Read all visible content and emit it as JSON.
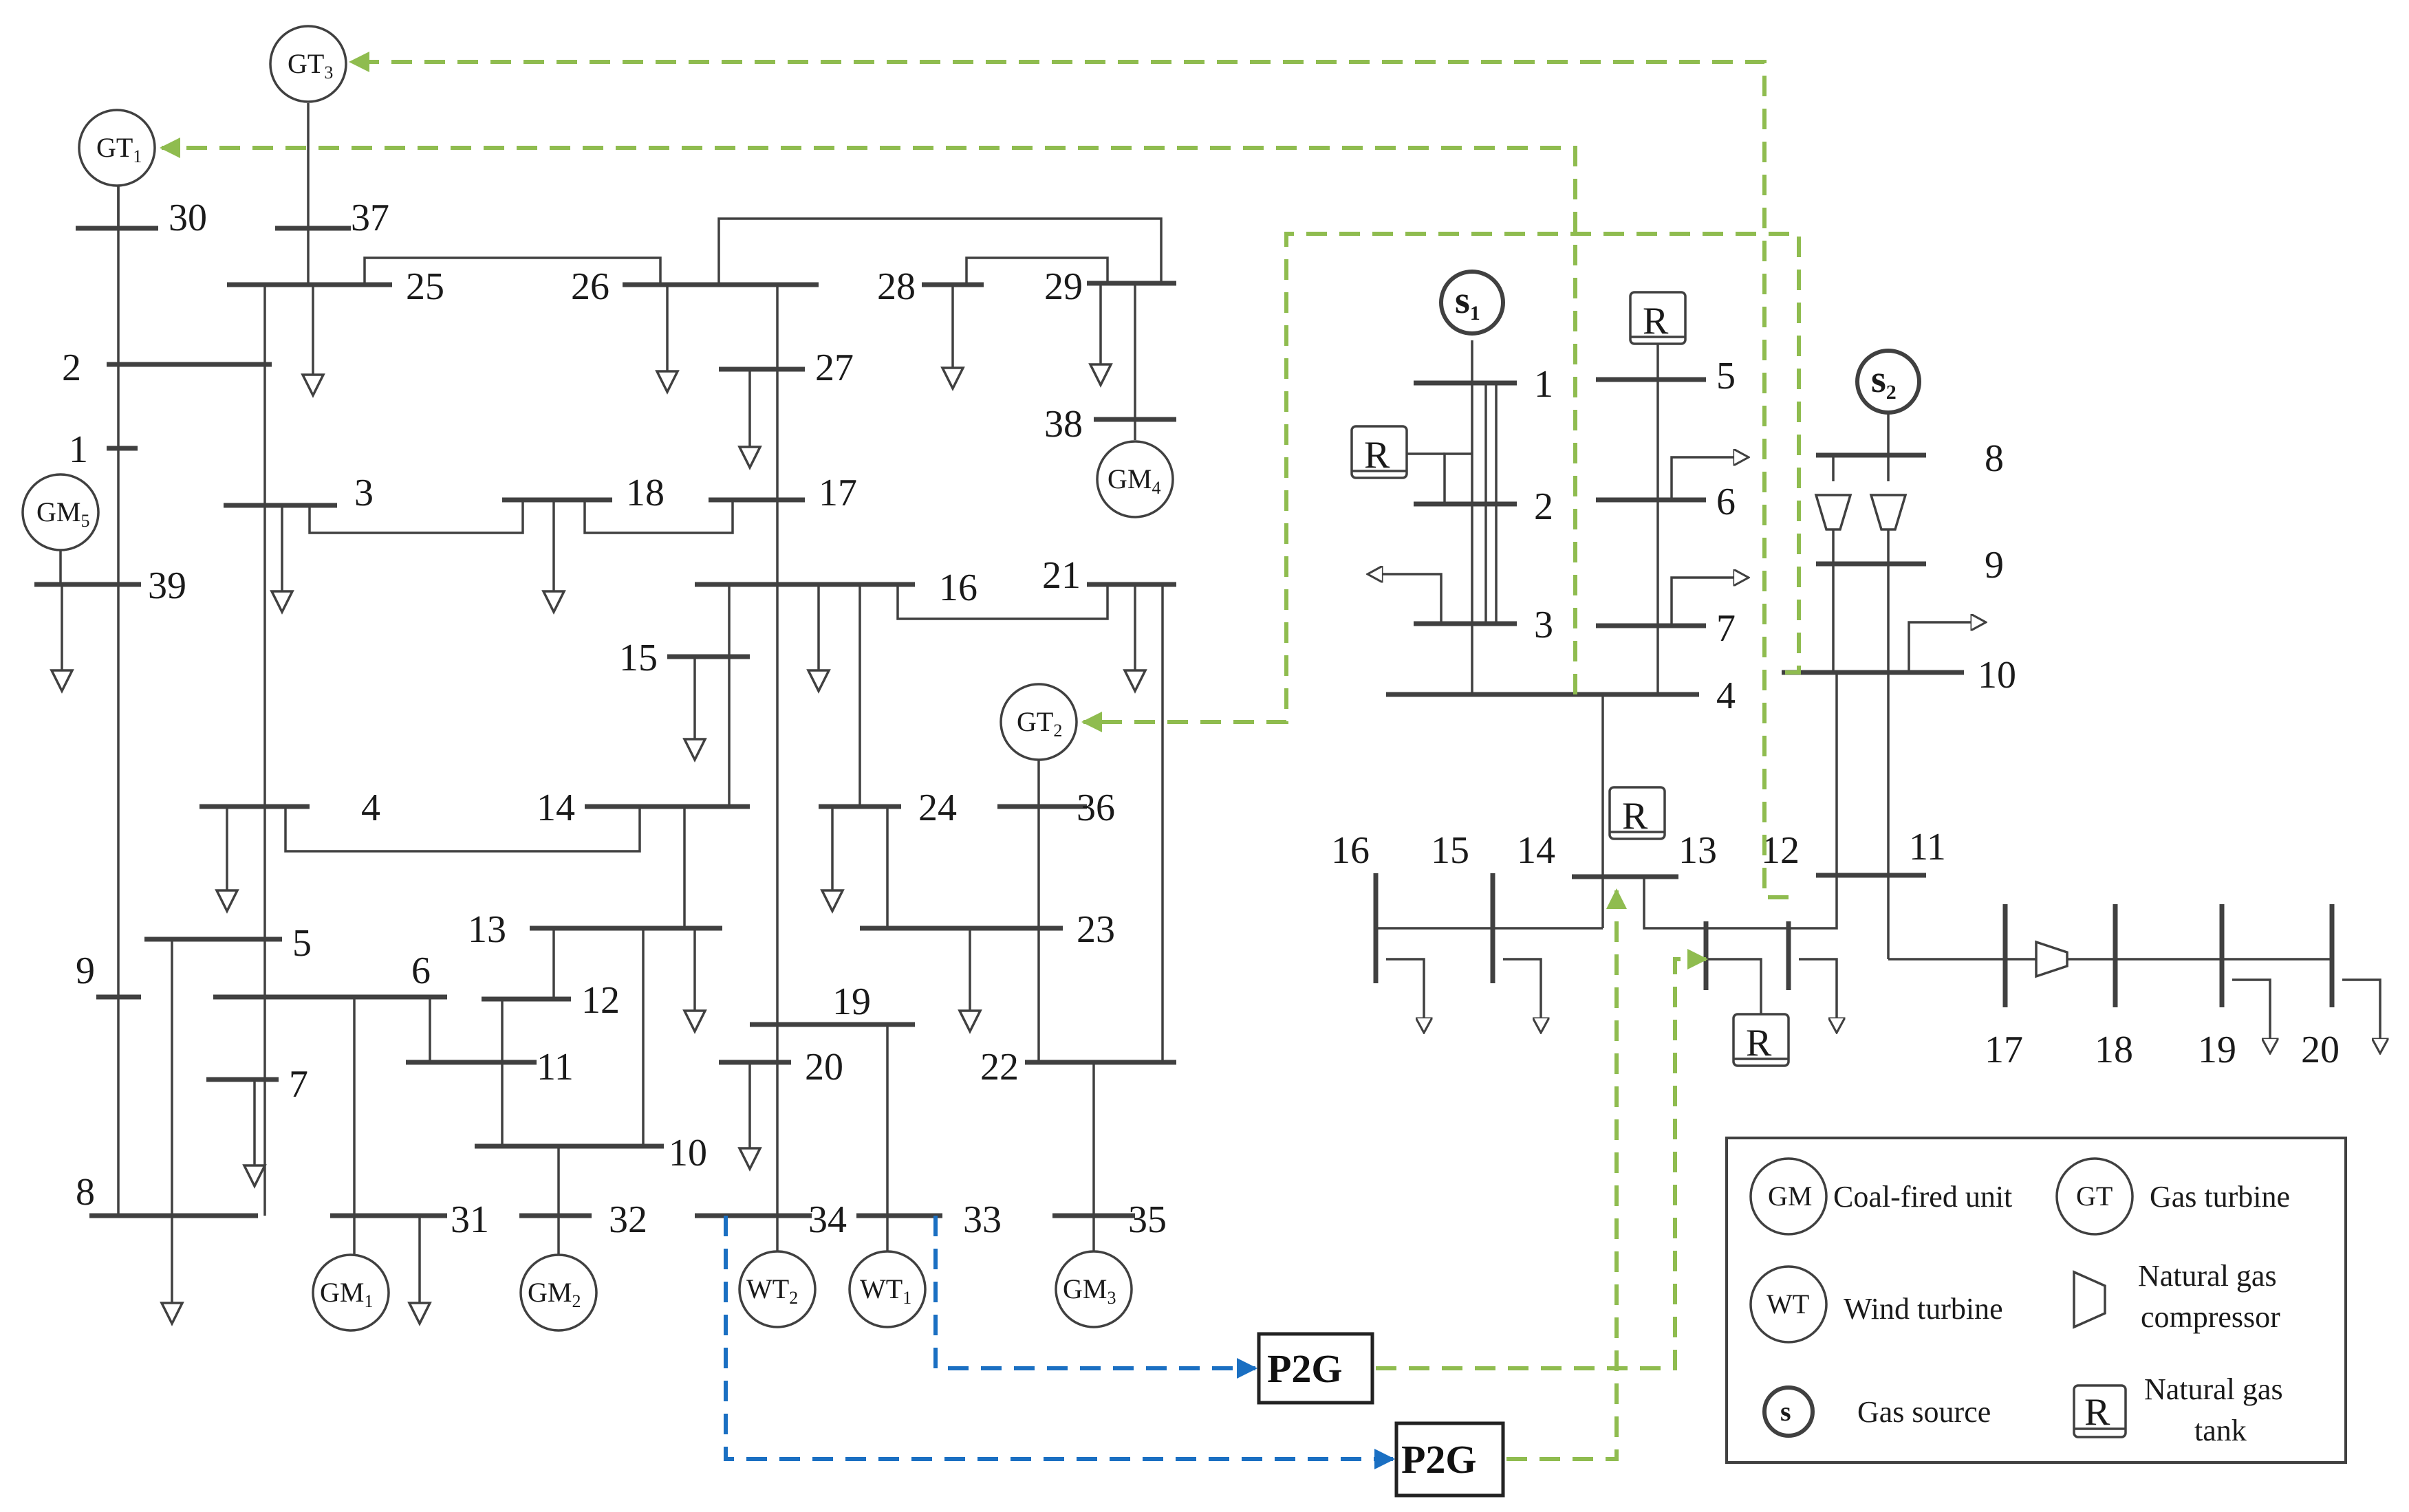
{
  "elec_buses": [
    "1",
    "2",
    "3",
    "4",
    "5",
    "6",
    "7",
    "8",
    "9",
    "10",
    "11",
    "12",
    "13",
    "14",
    "15",
    "16",
    "17",
    "18",
    "19",
    "20",
    "21",
    "22",
    "23",
    "24",
    "25",
    "26",
    "27",
    "28",
    "29",
    "30",
    "31",
    "32",
    "33",
    "34",
    "35",
    "36",
    "37",
    "38",
    "39"
  ],
  "gas_nodes": [
    "1",
    "2",
    "3",
    "4",
    "5",
    "6",
    "7",
    "8",
    "9",
    "10",
    "11",
    "12",
    "13",
    "14",
    "15",
    "16",
    "17",
    "18",
    "19",
    "20"
  ],
  "generators": {
    "gt1": "GT",
    "gt1_sub": "1",
    "gt2": "GT",
    "gt2_sub": "2",
    "gt3": "GT",
    "gt3_sub": "3",
    "gm1": "GM",
    "gm1_sub": "1",
    "gm2": "GM",
    "gm2_sub": "2",
    "gm3": "GM",
    "gm3_sub": "3",
    "gm4": "GM",
    "gm4_sub": "4",
    "gm5": "GM",
    "gm5_sub": "5",
    "wt1": "WT",
    "wt1_sub": "1",
    "wt2": "WT",
    "wt2_sub": "2"
  },
  "gas_sources": {
    "s1": "s",
    "s1_sub": "1",
    "s2": "s",
    "s2_sub": "2"
  },
  "tank_label": "R",
  "p2g_label": "P2G",
  "legend": {
    "gm_symbol": "GM",
    "gm_text": "Coal-fired unit",
    "gt_symbol": "GT",
    "gt_text": "Gas turbine",
    "wt_symbol": "WT",
    "wt_text": "Wind turbine",
    "comp_text_1": "Natural gas",
    "comp_text_2": "compressor",
    "s_symbol": "s",
    "s_text": "Gas source",
    "tank_symbol": "R",
    "tank_text_1": "Natural gas",
    "tank_text_2": "tank"
  },
  "colors": {
    "gas_link": "#8fbc4f",
    "power_link": "#1a6fc2",
    "line": "#404040"
  }
}
